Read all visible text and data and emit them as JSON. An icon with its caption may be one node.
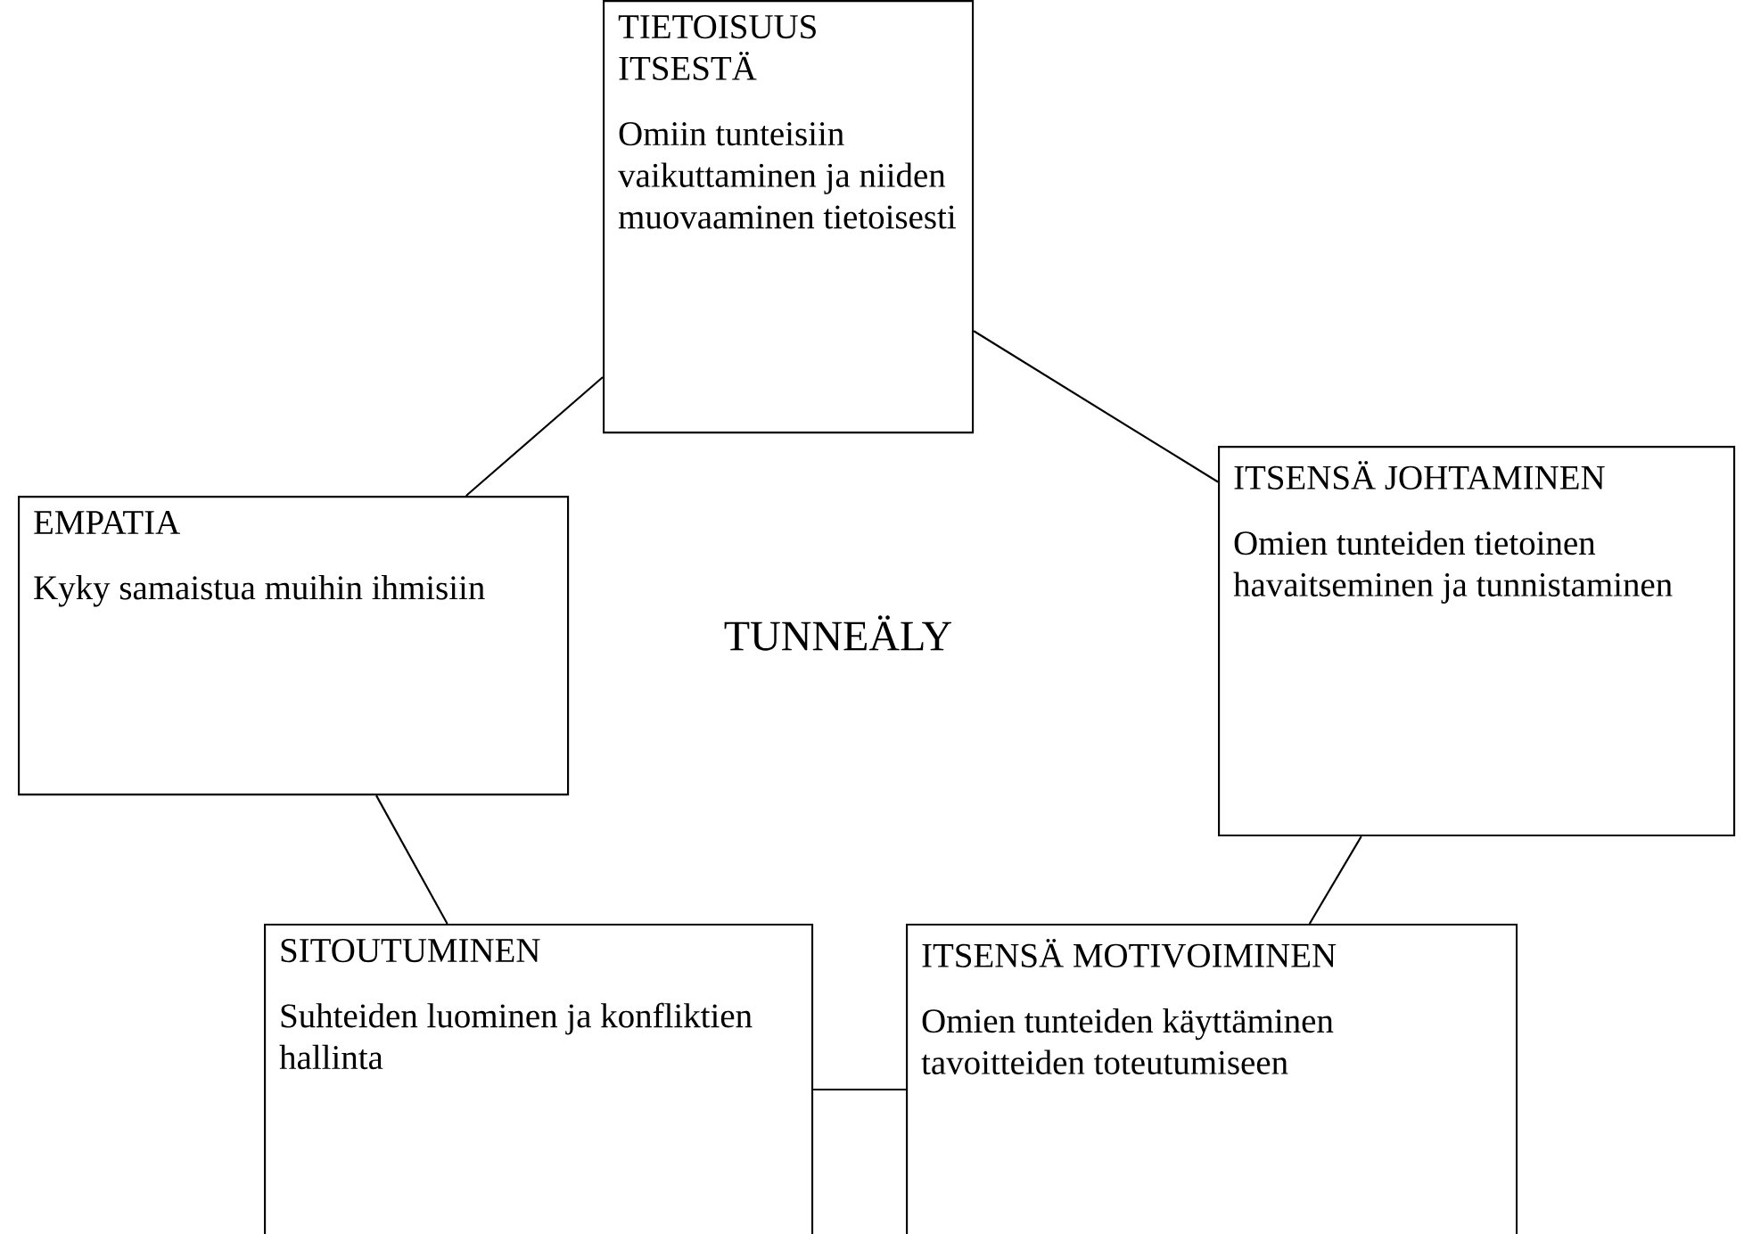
{
  "diagram": {
    "nodes": [
      {
        "text": [
          "TIETOISUUS ITSESTÄ",
          "Omiin tunteisiin vaikuttaminen ja niiden muovaaminen tietoisesti"
        ]
      },
      {
        "text": [
          "EMPATIA",
          "Kyky samaistua muihin ihmisiin"
        ]
      },
      {
        "text": [
          "ITSENSÄ JOHTAMINEN",
          "Omien tunteiden tietoinen havaitseminen ja tunnistaminen"
        ]
      },
      {
        "text": [
          "SITOUTUMINEN",
          "Suhteiden luominen ja konfliktien hallinta"
        ]
      },
      {
        "text": [
          "ITSENSÄ MOTIVOIMINEN",
          "Omien tunteiden käyttäminen tavoitteiden toteutumiseen"
        ]
      }
    ],
    "edges": [
      {
        "from": 0,
        "to": 1,
        "arrow": "none"
      },
      {
        "from": 0,
        "to": 2,
        "arrow": "none"
      },
      {
        "from": 1,
        "to": 3,
        "arrow": "none"
      },
      {
        "from": 2,
        "to": 4,
        "arrow": "none"
      },
      {
        "from": 3,
        "to": 4,
        "arrow": "none"
      }
    ],
    "labels": [
      "TUNNEÄLY"
    ]
  }
}
